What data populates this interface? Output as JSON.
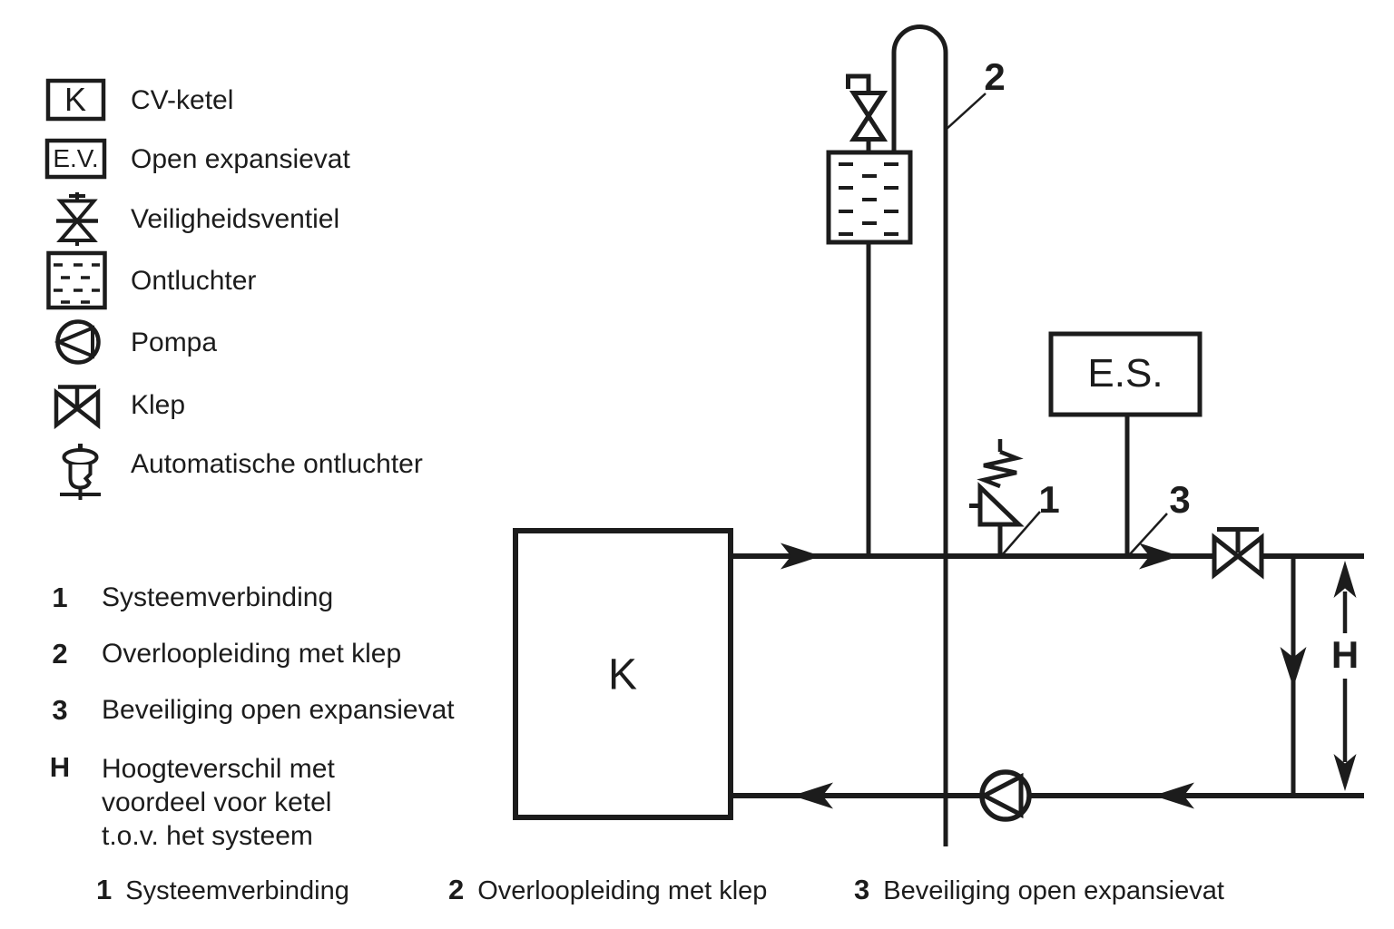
{
  "colors": {
    "line": "#1c1c1c",
    "background": "#ffffff"
  },
  "symbol_legend": {
    "items": [
      {
        "id": "boiler",
        "box_text": "K",
        "label": "CV-ketel"
      },
      {
        "id": "open-expansion-vessel",
        "box_text": "E.V.",
        "label": "Open expansievat"
      },
      {
        "id": "safety-valve",
        "label": "Veiligheidsventiel"
      },
      {
        "id": "air-separator",
        "label": "Ontluchter"
      },
      {
        "id": "pump",
        "label": "Pompa"
      },
      {
        "id": "valve",
        "label": "Klep"
      },
      {
        "id": "automatic-air-vent",
        "label": "Automatische ontluchter"
      }
    ]
  },
  "number_legend": {
    "items": [
      {
        "key": "1",
        "label": "Systeemverbinding"
      },
      {
        "key": "2",
        "label": "Overloopleiding met klep"
      },
      {
        "key": "3",
        "label": "Beveiliging open expansievat"
      },
      {
        "key": "H",
        "label": "Hoogteverschil met\nvoordeel voor ketel\nt.o.v. het systeem"
      }
    ]
  },
  "bottom_caption": {
    "items": [
      {
        "key": "1",
        "label": "Systeemverbinding"
      },
      {
        "key": "2",
        "label": "Overloopleiding met klep"
      },
      {
        "key": "3",
        "label": "Beveiliging open expansievat"
      }
    ]
  },
  "diagram": {
    "boiler_label": "K",
    "es_label": "E.S.",
    "callout_1": "1",
    "callout_2": "2",
    "callout_3": "3",
    "height_label": "H"
  }
}
